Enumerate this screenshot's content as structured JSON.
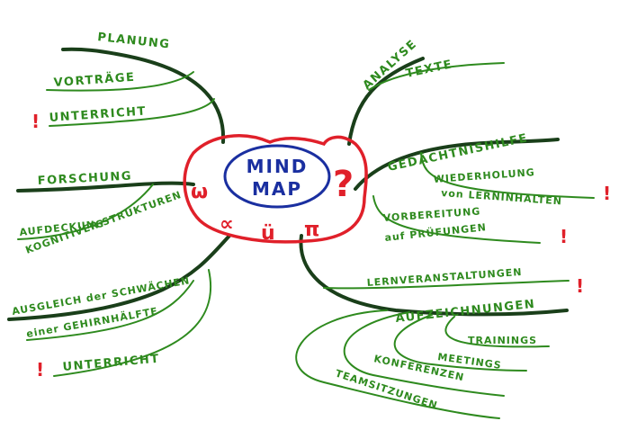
{
  "colors": {
    "branch": "#1a3f1a",
    "text": "#2e8a1e",
    "center_outline": "#e0202a",
    "center_title": "#1a2fa0",
    "mark": "#e0202a"
  },
  "center": {
    "line1": "MIND",
    "line2": "MAP",
    "question": "?",
    "symbols": [
      "ω",
      "∝",
      "ü",
      "π"
    ]
  },
  "left": {
    "planung": "PLANUNG",
    "vortraege": "VORTRÄGE",
    "unterricht_top": "UNTERRICHT",
    "forschung": "FORSCHUNG",
    "aufdeckung_1": "AUFDECKUNG",
    "aufdeckung_2": "KOGNITIVER STRUKTUREN",
    "ausgleich_1": "AUSGLEICH der SCHWÄCHEN",
    "ausgleich_2": "einer GEHIRNHÄLFTE",
    "unterricht_bottom": "UNTERRICHT"
  },
  "right": {
    "analyse": "ANALYSE",
    "texte": "TEXTE",
    "gedaechtnishilfe": "GEDÄCHTNISHILFE",
    "wiederholung_1": "WIEDERHOLUNG",
    "wiederholung_2": "von LERNINHALTEN",
    "vorbereitung_1": "VORBEREITUNG",
    "vorbereitung_2": "auf PRÜFUNGEN",
    "lernveranstaltungen": "LERNVERANSTALTUNGEN",
    "aufzeichnungen": "AUFZEICHNUNGEN",
    "trainings": "TRAININGS",
    "meetings": "MEETINGS",
    "konferenzen": "KONFERENZEN",
    "teamsitzungen": "TEAMSITZUNGEN"
  },
  "marks": {
    "exclamation": "!"
  }
}
